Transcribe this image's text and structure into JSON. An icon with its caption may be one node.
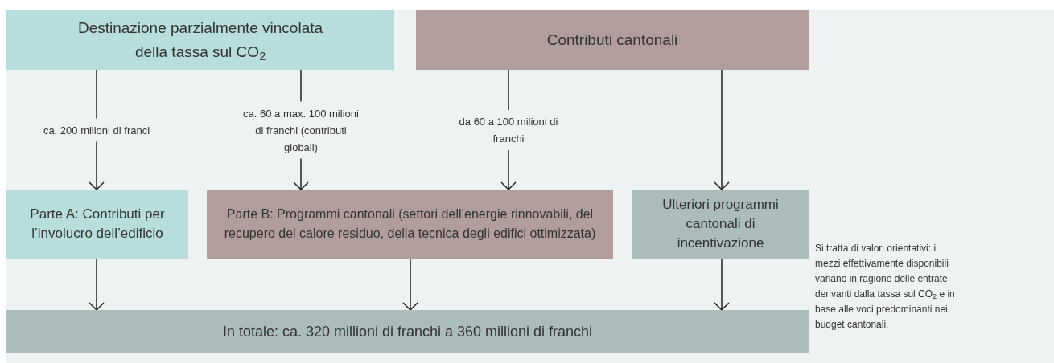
{
  "diagram": {
    "nodes": [
      {
        "text": [
          "Destinazione parzialmente vincolata della tassa sul CO$_{2}$"
        ]
      },
      {
        "text": [
          "Contributi cantonali"
        ]
      },
      {
        "text": [
          "Parte A: Contributi per l’involucro dell’edificio"
        ]
      },
      {
        "text": [
          "Parte B: Programmi cantonali (settori dell’energie rinnovabili, del recupero del calore residuo, della tecnica degli edifici ottimizzata)"
        ]
      },
      {
        "text": [
          "Ulteriori programmi cantonali di incentivazione"
        ]
      },
      {
        "text": [
          "In totale: ca. 320 millioni di franchi a 360 millioni di franchi"
        ]
      }
    ],
    "edges": [
      {
        "from": 0,
        "to": 2,
        "arrow": "to",
        "label": "ca. 200 milioni di franci"
      },
      {
        "from": 0,
        "to": 3,
        "arrow": "to",
        "label": "ca. 60 a max. 100 milioni di franchi (contributi globali)"
      },
      {
        "from": 1,
        "to": 3,
        "arrow": "to",
        "label": "da 60 a 100 milioni di franchi"
      },
      {
        "from": 1,
        "to": 4,
        "arrow": "to"
      },
      {
        "from": 2,
        "to": 5,
        "arrow": "to"
      },
      {
        "from": 3,
        "to": 5,
        "arrow": "to"
      },
      {
        "from": 4,
        "to": 5,
        "arrow": "to"
      }
    ],
    "labels": [
      "Si tratta di valori orientativi: i mezzi effettivamente disponibili variano in ragione delle entrate derivanti dalla tassa sul CO$_{2}$ e in base alle voci predominanti nei budget cantonali."
    ]
  }
}
